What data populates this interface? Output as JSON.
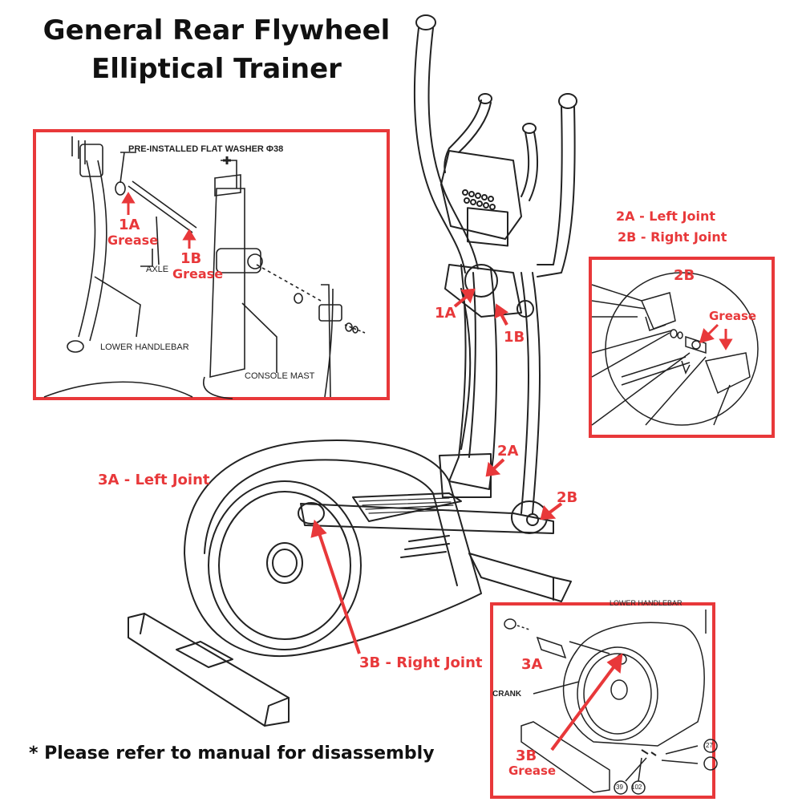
{
  "title": {
    "line1": "General Rear Flywheel",
    "line2": "Elliptical Trainer"
  },
  "colors": {
    "accent_red": "#e8383a",
    "line": "#222222",
    "background": "#ffffff"
  },
  "inset_1": {
    "washer_label": "PRE-INSTALLED FLAT WASHER Φ38",
    "label_1a": "1A",
    "grease_1a": "Grease",
    "label_1b": "1B",
    "grease_1b": "Grease",
    "axle_label": "AXLE",
    "lower_handlebar_label": "LOWER HANDLEBAR",
    "console_mast_label": "CONSOLE MAST"
  },
  "joint_2_header": {
    "left": "2A  - Left Joint",
    "right": "2B - Right Joint"
  },
  "inset_2": {
    "label_2b": "2B",
    "grease": "Grease"
  },
  "main_callouts": {
    "c1a": "1A",
    "c1b": "1B",
    "c2a": "2A",
    "c2b": "2B",
    "c3a": "3A - Left Joint",
    "c3b": "3B - Right Joint"
  },
  "inset_3": {
    "top_label": "LOWER HANDLEBAR",
    "label_3a": "3A",
    "crank_label": "CRANK",
    "label_3b": "3B",
    "grease": "Grease",
    "part_39": "39",
    "part_102": "102",
    "part_27": "27"
  },
  "footnote": "* Please refer to manual for disassembly"
}
